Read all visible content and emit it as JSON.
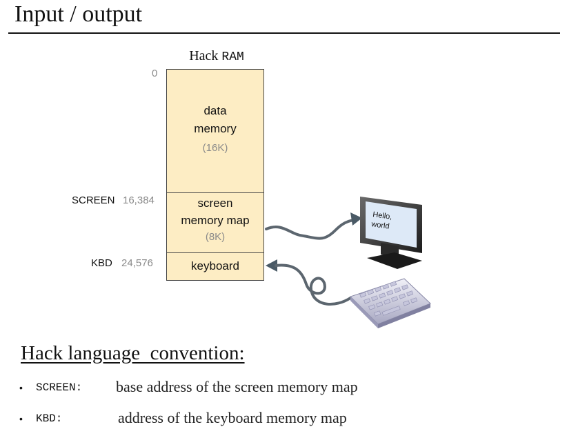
{
  "page": {
    "title": "Input / output"
  },
  "ram": {
    "title_prefix": "Hack",
    "title_suffix": "RAM",
    "segments": {
      "data": {
        "line1": "data",
        "line2": "memory",
        "size": "(16K)"
      },
      "screen": {
        "line1": "screen",
        "line2": "memory map",
        "size": "(8K)"
      },
      "keyboard": {
        "label": "keyboard"
      }
    },
    "addresses": {
      "zero": "0",
      "screen": "16,384",
      "kbd": "24,576"
    },
    "symbols": {
      "screen": "SCREEN",
      "kbd": "KBD"
    }
  },
  "monitor": {
    "screen_text_line1": "Hello,",
    "screen_text_line2": "world"
  },
  "convention": {
    "heading": "Hack language  convention:",
    "bullets": [
      {
        "code": "SCREEN:",
        "text": "base address of the screen memory map"
      },
      {
        "code": "KBD:",
        "text": "address of the keyboard memory map"
      }
    ]
  },
  "colors": {
    "ram_fill": "#fdedc4",
    "arrow": "#4a5a66",
    "screen_fill": "#dde9f7"
  }
}
